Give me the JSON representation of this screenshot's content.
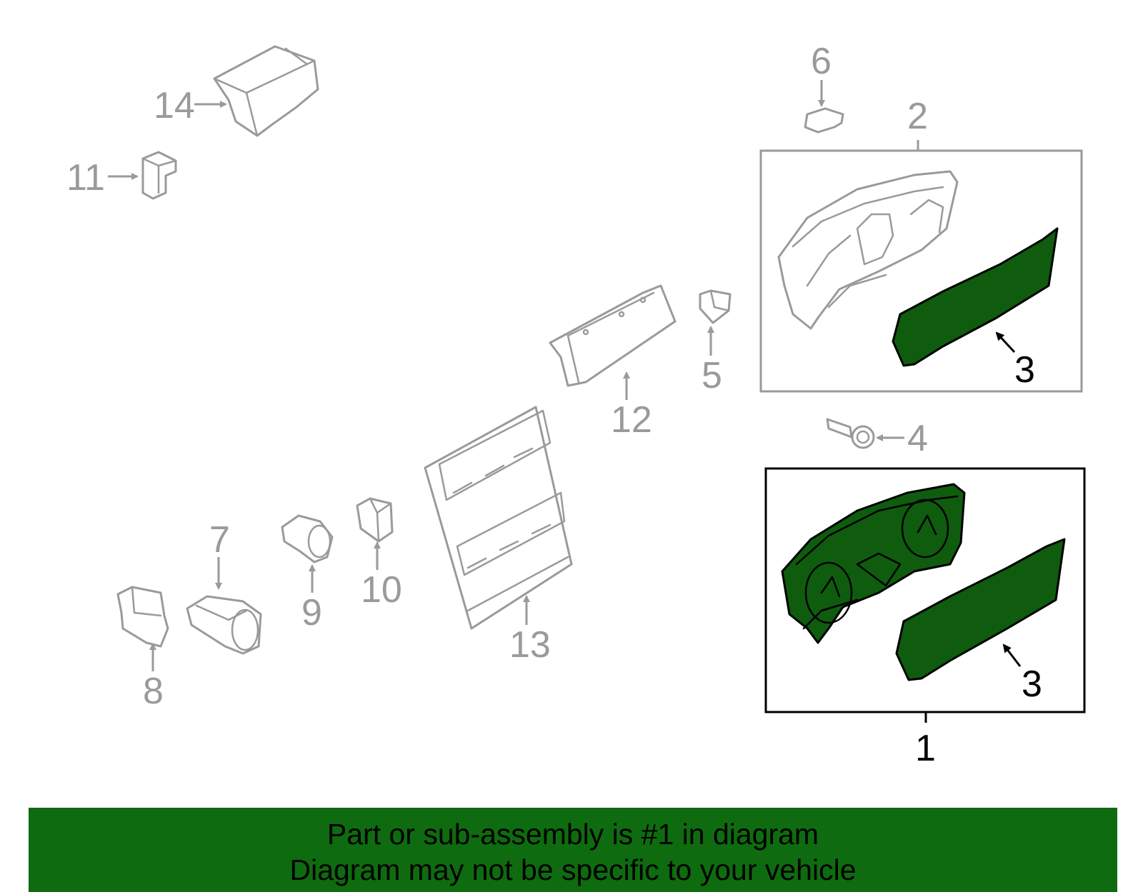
{
  "callouts": {
    "c1": "1",
    "c2": "2",
    "c3a": "3",
    "c3b": "3",
    "c4": "4",
    "c5": "5",
    "c6": "6",
    "c7": "7",
    "c8": "8",
    "c9": "9",
    "c10": "10",
    "c11": "11",
    "c12": "12",
    "c13": "13",
    "c14": "14"
  },
  "banner": {
    "line1": "Part or sub-assembly is #1 in diagram",
    "line2": "Diagram may not be specific to your vehicle"
  },
  "colors": {
    "highlight": "#0f5c0f",
    "banner": "#0f6b0f",
    "outline": "#9a9a9a"
  }
}
